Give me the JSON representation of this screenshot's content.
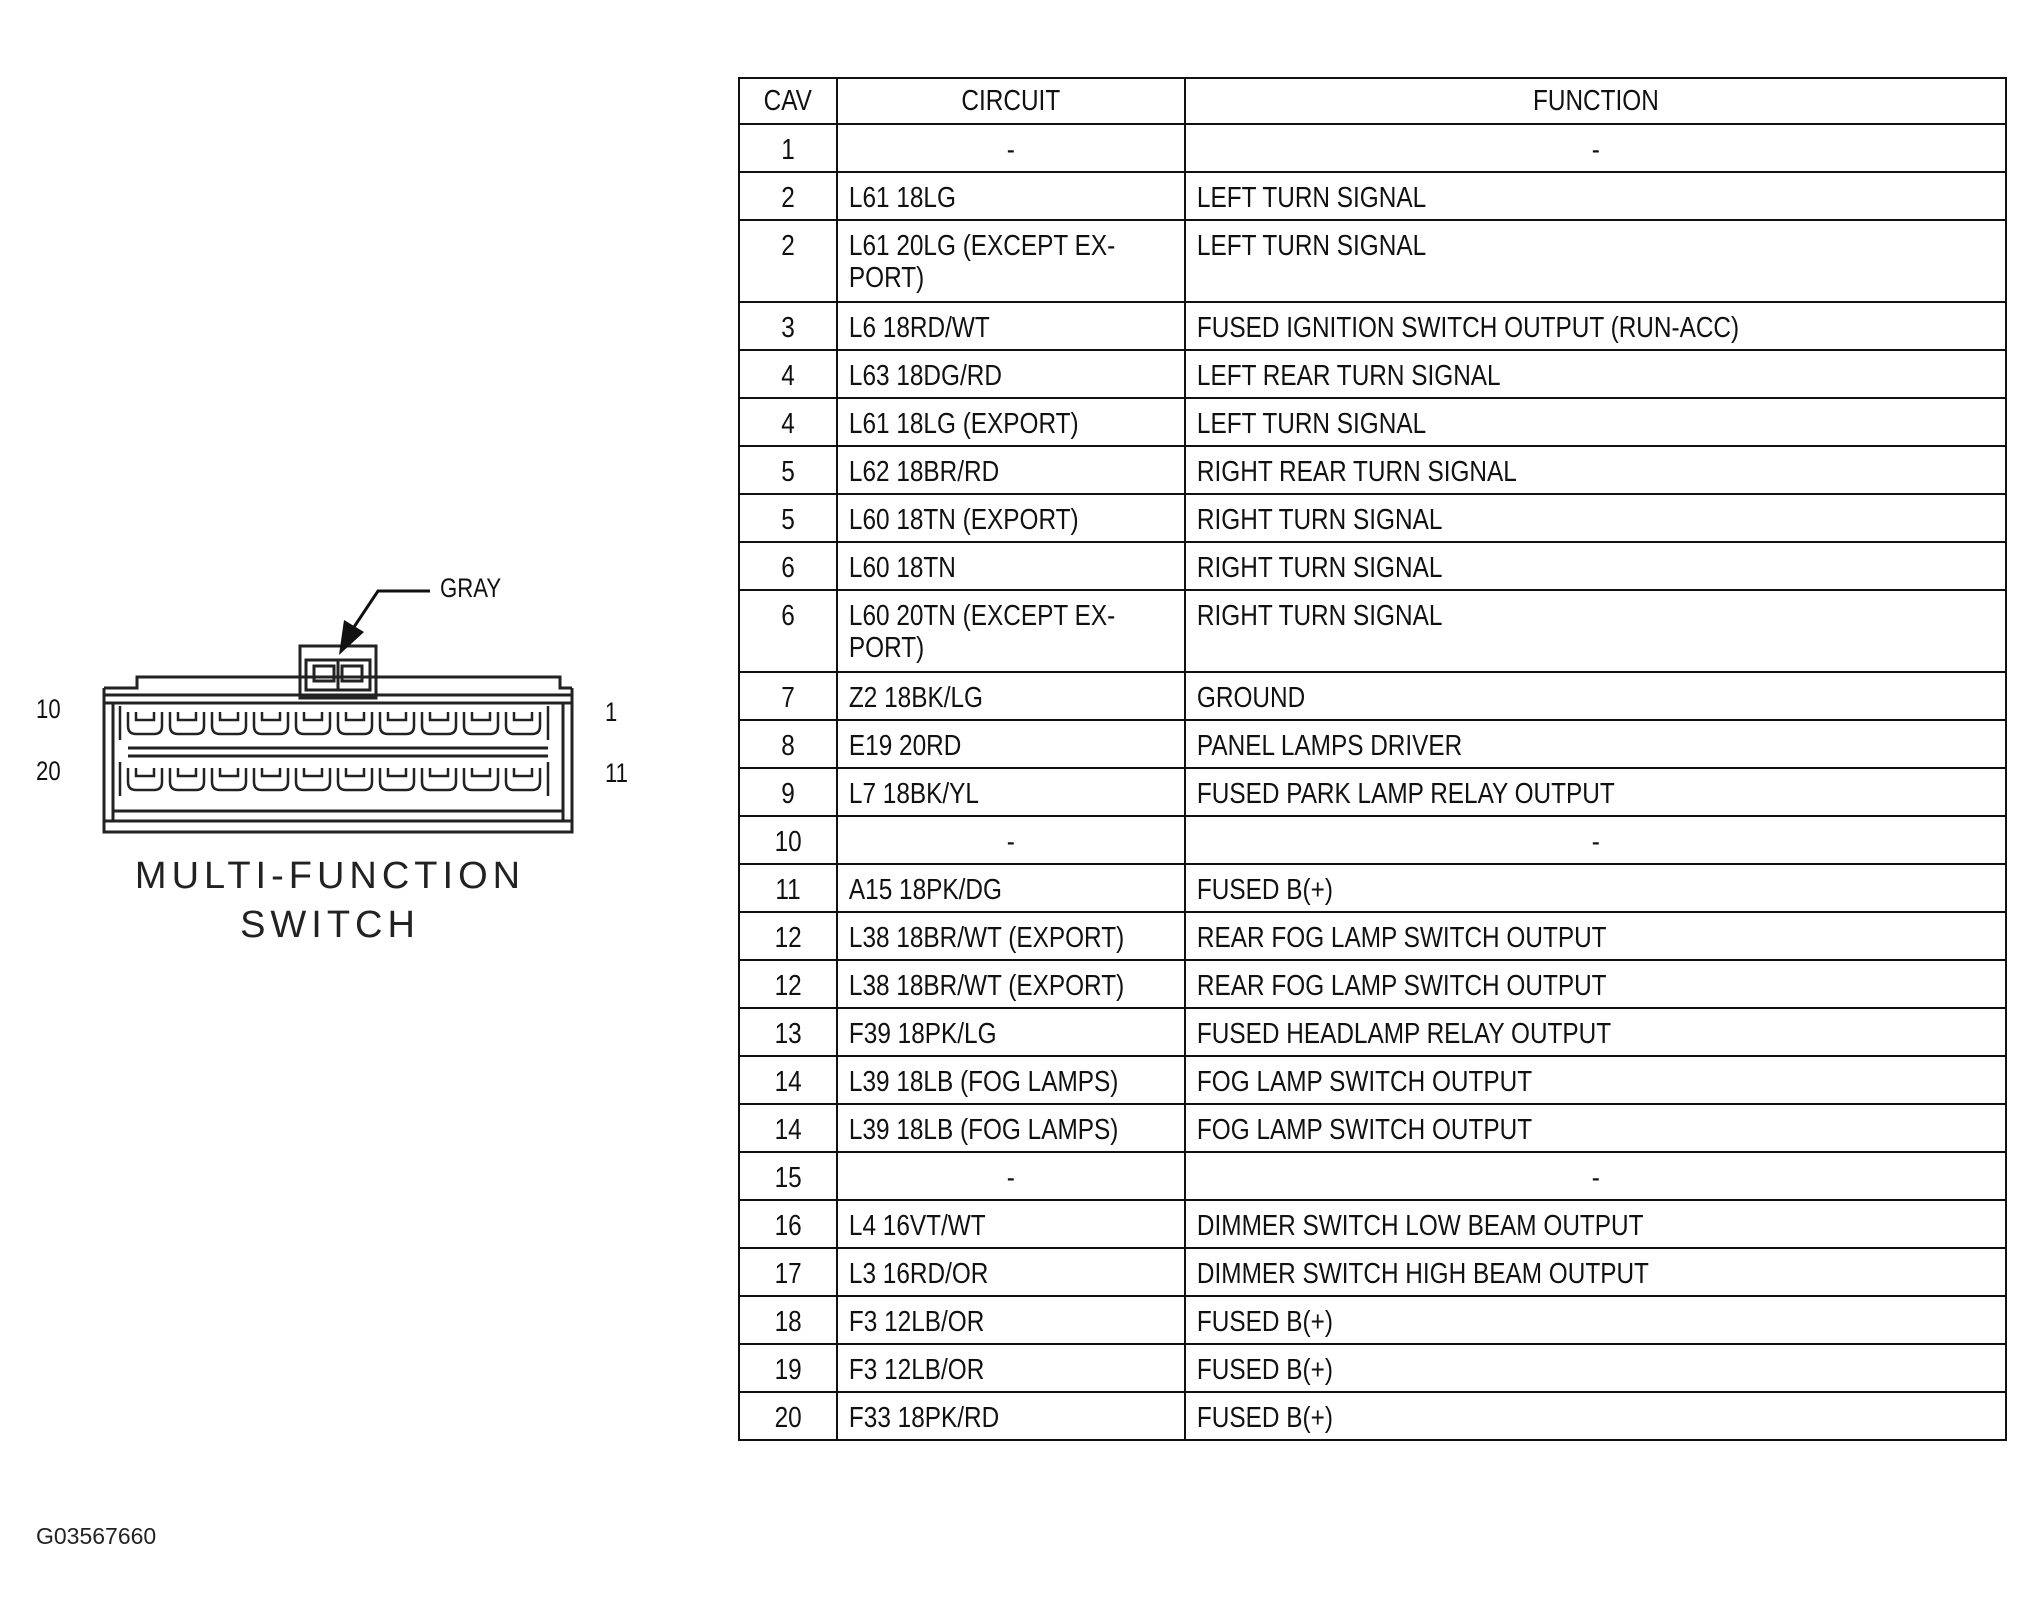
{
  "connector": {
    "color_label": "GRAY",
    "pin_labels": {
      "top_left": "10",
      "top_right": "1",
      "bottom_left": "20",
      "bottom_right": "11"
    },
    "name_line1": "MULTI-FUNCTION",
    "name_line2": "SWITCH"
  },
  "figure_id": "G03567660",
  "table": {
    "headers": {
      "cav": "CAV",
      "circuit": "CIRCUIT",
      "function": "FUNCTION"
    },
    "rows": [
      {
        "cav": "1",
        "circuit": "-",
        "function": "-"
      },
      {
        "cav": "2",
        "circuit": "L61 18LG",
        "function": "LEFT TURN SIGNAL"
      },
      {
        "cav": "2",
        "circuit": "L61 20LG (EXCEPT EX-\nPORT)",
        "function": "LEFT TURN SIGNAL"
      },
      {
        "cav": "3",
        "circuit": "L6 18RD/WT",
        "function": "FUSED IGNITION SWITCH OUTPUT (RUN-ACC)"
      },
      {
        "cav": "4",
        "circuit": "L63 18DG/RD",
        "function": "LEFT REAR TURN SIGNAL"
      },
      {
        "cav": "4",
        "circuit": "L61 18LG (EXPORT)",
        "function": "LEFT TURN SIGNAL"
      },
      {
        "cav": "5",
        "circuit": "L62 18BR/RD",
        "function": "RIGHT REAR TURN SIGNAL"
      },
      {
        "cav": "5",
        "circuit": "L60 18TN (EXPORT)",
        "function": "RIGHT TURN SIGNAL"
      },
      {
        "cav": "6",
        "circuit": "L60 18TN",
        "function": "RIGHT TURN SIGNAL"
      },
      {
        "cav": "6",
        "circuit": "L60 20TN (EXCEPT EX-\nPORT)",
        "function": "RIGHT TURN SIGNAL"
      },
      {
        "cav": "7",
        "circuit": "Z2 18BK/LG",
        "function": "GROUND"
      },
      {
        "cav": "8",
        "circuit": "E19 20RD",
        "function": "PANEL LAMPS DRIVER"
      },
      {
        "cav": "9",
        "circuit": "L7 18BK/YL",
        "function": "FUSED PARK LAMP RELAY OUTPUT"
      },
      {
        "cav": "10",
        "circuit": "-",
        "function": "-"
      },
      {
        "cav": "11",
        "circuit": "A15 18PK/DG",
        "function": "FUSED B(+)"
      },
      {
        "cav": "12",
        "circuit": "L38 18BR/WT (EXPORT)",
        "function": "REAR FOG LAMP SWITCH OUTPUT"
      },
      {
        "cav": "12",
        "circuit": "L38 18BR/WT (EXPORT)",
        "function": "REAR FOG LAMP SWITCH OUTPUT"
      },
      {
        "cav": "13",
        "circuit": "F39 18PK/LG",
        "function": "FUSED HEADLAMP RELAY OUTPUT"
      },
      {
        "cav": "14",
        "circuit": "L39 18LB (FOG LAMPS)",
        "function": "FOG LAMP SWITCH OUTPUT"
      },
      {
        "cav": "14",
        "circuit": "L39 18LB (FOG LAMPS)",
        "function": "FOG LAMP SWITCH OUTPUT"
      },
      {
        "cav": "15",
        "circuit": "-",
        "function": "-"
      },
      {
        "cav": "16",
        "circuit": "L4 16VT/WT",
        "function": "DIMMER SWITCH LOW BEAM OUTPUT"
      },
      {
        "cav": "17",
        "circuit": "L3 16RD/OR",
        "function": "DIMMER SWITCH HIGH BEAM OUTPUT"
      },
      {
        "cav": "18",
        "circuit": "F3 12LB/OR",
        "function": "FUSED B(+)"
      },
      {
        "cav": "19",
        "circuit": "F3 12LB/OR",
        "function": "FUSED B(+)"
      },
      {
        "cav": "20",
        "circuit": "F33 18PK/RD",
        "function": "FUSED B(+)"
      }
    ]
  }
}
